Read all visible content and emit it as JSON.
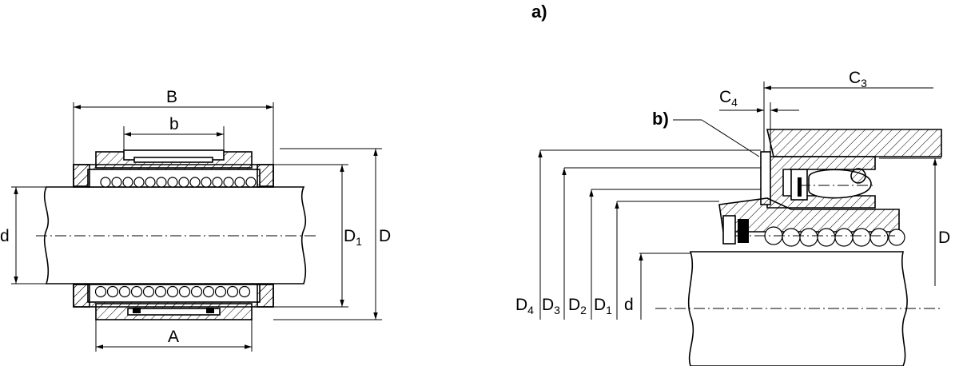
{
  "left_view": {
    "labels": {
      "B": "B",
      "b": "b",
      "A": "A",
      "d": "d",
      "D1_main": "D",
      "D1_sub": "1",
      "D": "D"
    }
  },
  "right_view": {
    "labels": {
      "panel_a": "a)",
      "panel_b": "b)",
      "C3_main": "C",
      "C3_sub": "3",
      "C4_main": "C",
      "C4_sub": "4",
      "D": "D",
      "D4_main": "D",
      "D4_sub": "4",
      "D3_main": "D",
      "D3_sub": "3",
      "D2_main": "D",
      "D2_sub": "2",
      "D1_main": "D",
      "D1_sub": "1",
      "d": "d"
    }
  }
}
